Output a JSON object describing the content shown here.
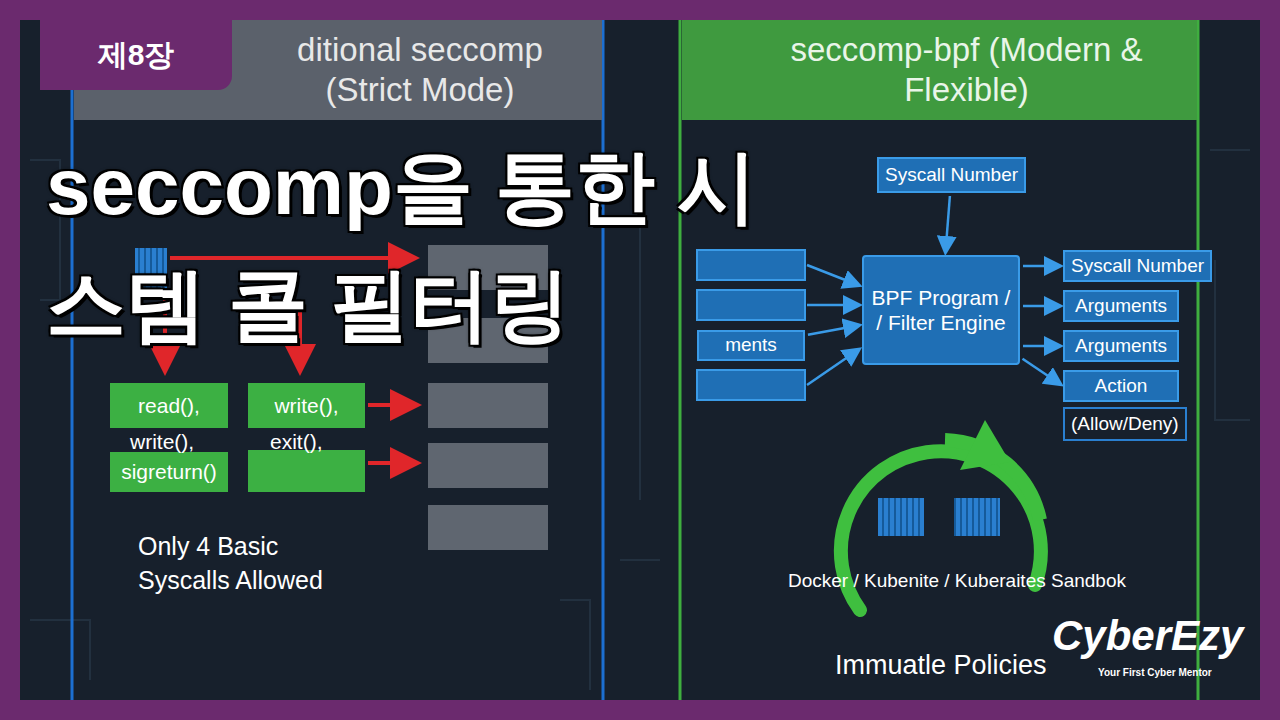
{
  "diagram": {
    "title": "seccomp을 통한 시스템 콜 필터링",
    "nodes": [
      {
        "text": [
          "제8장"
        ]
      },
      {
        "text": [
          "ditional seccomp (Strict Mode)"
        ]
      },
      {
        "text": [
          "seccomp-bpf (Modern & Flexible)"
        ]
      },
      {
        "text": [
          "read(),"
        ]
      },
      {
        "text": [
          "write(),"
        ]
      },
      {
        "text": [
          "sigreturn()"
        ]
      },
      {
        "text": [
          "Syscall Number"
        ]
      },
      {
        "text": [
          "ments"
        ]
      },
      {
        "text": [
          "BPF Program / / Filter Engine"
        ]
      },
      {
        "text": [
          "Syscall Number"
        ]
      },
      {
        "text": [
          "Arguments"
        ]
      },
      {
        "text": [
          "Arguments"
        ]
      },
      {
        "text": [
          "Action"
        ]
      },
      {
        "text": [
          "(Allow/Deny)"
        ]
      }
    ],
    "edges": [
      {
        "from": 6,
        "to": 8,
        "arrow": "to"
      },
      {
        "from": 7,
        "to": 8,
        "arrow": "to"
      },
      {
        "from": 8,
        "to": 9,
        "arrow": "to"
      },
      {
        "from": 8,
        "to": 10,
        "arrow": "to"
      },
      {
        "from": 8,
        "to": 11,
        "arrow": "to"
      },
      {
        "from": 8,
        "to": 12,
        "arrow": "to"
      }
    ],
    "labels": [
      "write(),",
      "exit(),",
      "Only 4 Basic Syscalls Allowed",
      "Docker / Kubenite / Kuberaites Sandbok",
      "Immuatle Policies",
      "CyberEzy",
      "Your First Cyber Mentor"
    ]
  }
}
